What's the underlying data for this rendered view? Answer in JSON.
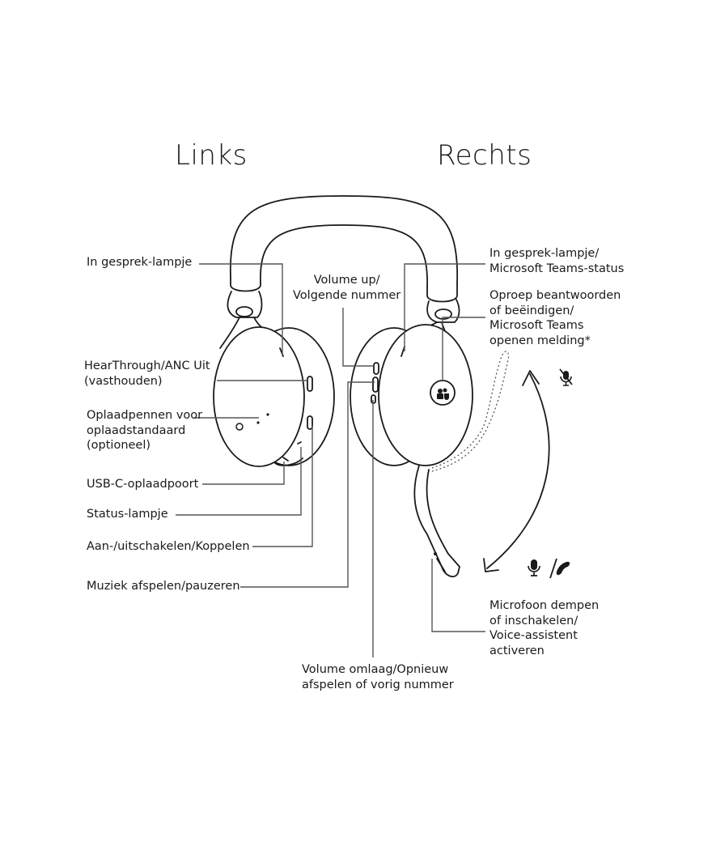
{
  "headings": {
    "left": "Links",
    "right": "Rechts"
  },
  "labels_left": {
    "call_light": "In gesprek-lampje",
    "hearthrough": [
      "HearThrough/ANC Uit",
      "(vasthouden)"
    ],
    "charging_pins": [
      "Oplaadpennen voor",
      "oplaadstandaard",
      "(optioneel)"
    ],
    "usb": "USB-C-oplaadpoort",
    "status": "Status-lampje",
    "power": "Aan-/uitschakelen/Koppelen",
    "music": "Muziek afspelen/pauzeren"
  },
  "labels_center": {
    "volume_up": [
      "Volume up/",
      "Volgende nummer"
    ],
    "volume_down": [
      "Volume omlaag/Opnieuw",
      "afspelen of vorig nummer"
    ]
  },
  "labels_right": {
    "call_light_teams": [
      "In gesprek-lampje/",
      "Microsoft Teams-status"
    ],
    "answer_call": [
      "Oproep beantwoorden",
      "of beëindigen/",
      "Microsoft Teams",
      "openen melding*"
    ],
    "mute": [
      "Microfoon dempen",
      "of inschakelen/",
      "Voice-assistent",
      "activeren"
    ]
  },
  "icons": [
    "mic-muted-icon",
    "mic-icon",
    "phone-icon",
    "teams-logo-icon",
    "curved-arrow-icon"
  ],
  "colors": {
    "ink": "#1a1a1a",
    "leader": "#555555"
  }
}
